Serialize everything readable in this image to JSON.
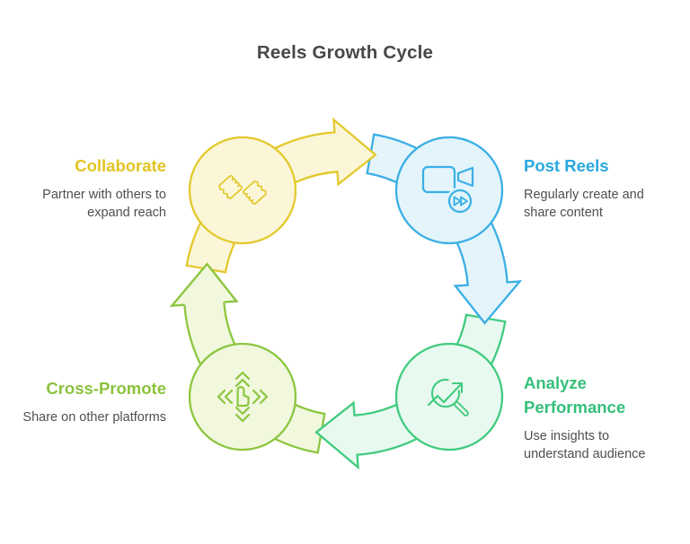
{
  "title": "Reels Growth Cycle",
  "colors": {
    "title_text": "#474747",
    "desc_text": "#4f4f52",
    "yellow_stroke": "#e3c92c",
    "yellow_fill": "#fbf6d8",
    "yellow_text": "#e2c422",
    "blue_stroke": "#3aafe4",
    "blue_fill": "#e4f4fb",
    "blue_text": "#29a8de",
    "green_stroke": "#41cb7e",
    "green_fill": "#e8f9f0",
    "green_text": "#35bf79",
    "lime_stroke": "#8cc63f",
    "lime_fill": "#f1f8de",
    "lime_text": "#8bc23d"
  },
  "nodes": [
    {
      "id": "collaborate",
      "title_lines": [
        "Collaborate"
      ],
      "desc_lines": [
        "Partner with others to",
        "expand reach"
      ],
      "icon": "fist-bump-icon",
      "accent": "#e2c422"
    },
    {
      "id": "post-reels",
      "title_lines": [
        "Post Reels"
      ],
      "desc_lines": [
        "Regularly create and",
        "share content"
      ],
      "icon": "reels-camera-icon",
      "accent": "#29a8de"
    },
    {
      "id": "analyze-performance",
      "title_lines": [
        "Analyze",
        "Performance"
      ],
      "desc_lines": [
        "Use insights to",
        "understand audience"
      ],
      "icon": "magnifier-trend-icon",
      "accent": "#35bf79"
    },
    {
      "id": "cross-promote",
      "title_lines": [
        "Cross-Promote"
      ],
      "desc_lines": [
        "Share on other platforms"
      ],
      "icon": "tap-directions-icon",
      "accent": "#8bc23d"
    }
  ],
  "flow_order": [
    "collaborate",
    "post-reels",
    "analyze-performance",
    "cross-promote"
  ]
}
